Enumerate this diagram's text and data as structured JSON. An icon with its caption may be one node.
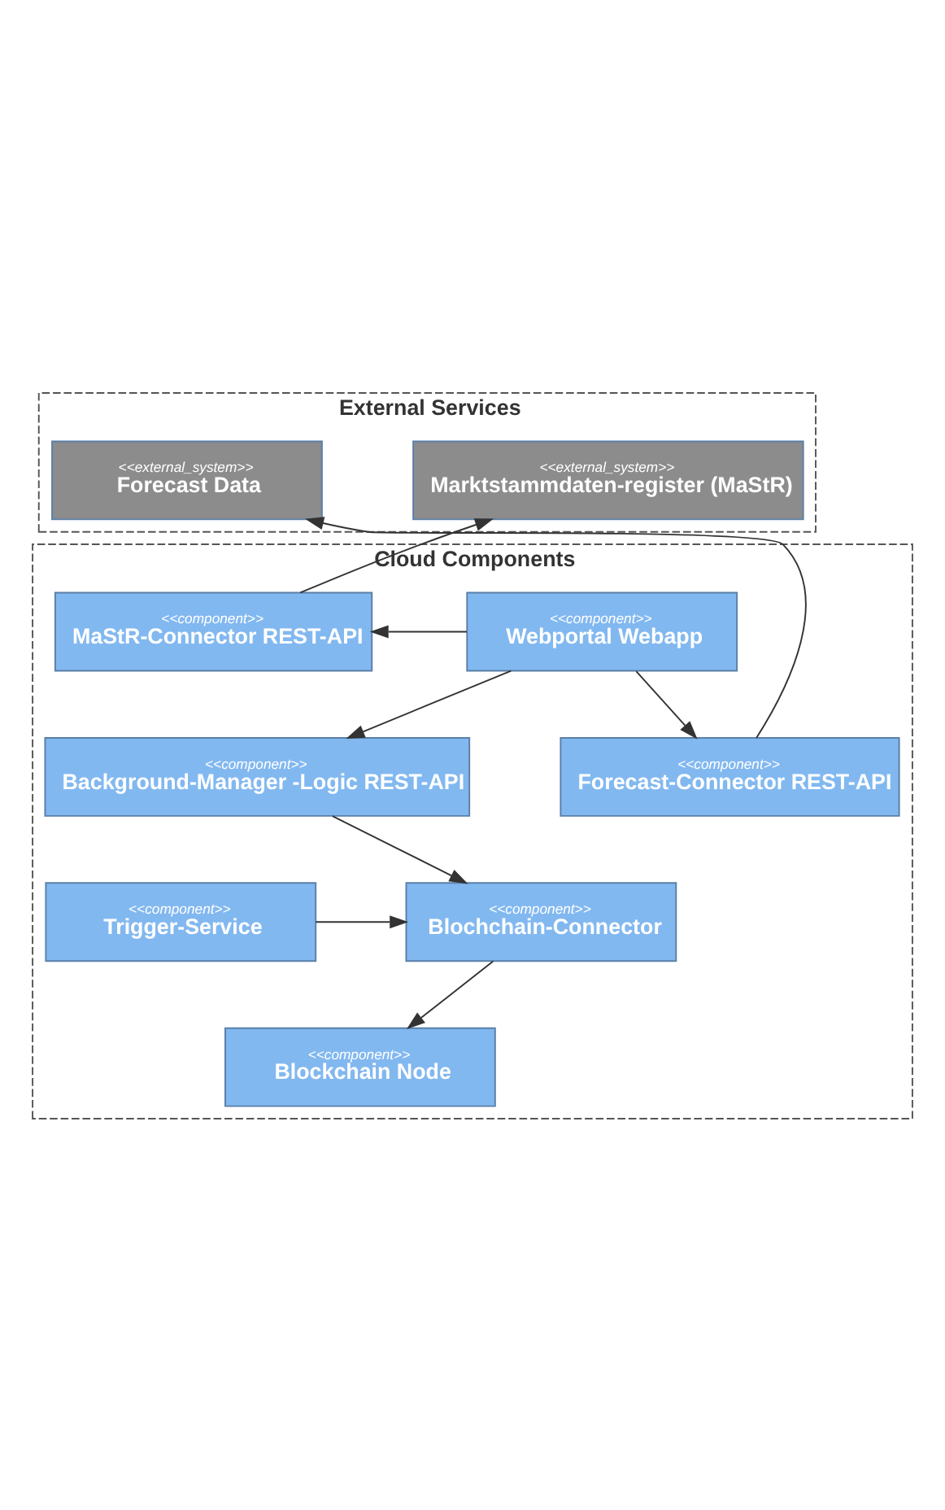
{
  "diagram": {
    "nodes": [
      {
        "text": [
          "External Services"
        ]
      },
      {
        "text": [
          "<<external_system>>",
          "Marktstammdaten-register (MaStR)"
        ],
        "in": 0
      },
      {
        "text": [
          "<<external_system>>",
          "Forecast Data"
        ],
        "in": 0
      },
      {
        "text": [
          "Cloud Components"
        ]
      },
      {
        "text": [
          "<<component>>",
          "Webportal Webapp"
        ],
        "in": 3
      },
      {
        "text": [
          "<<component>>",
          "MaStR-Connector REST-API"
        ],
        "in": 3
      },
      {
        "text": [
          "<<component>>",
          "Background-Manager -Logic REST-API"
        ],
        "in": 3
      },
      {
        "text": [
          "<<component>>",
          "Forecast-Connector REST-API"
        ],
        "in": 3
      },
      {
        "text": [
          "<<component>>",
          "Trigger-Service"
        ],
        "in": 3
      },
      {
        "text": [
          "<<component>>",
          "Blochchain-Connector"
        ],
        "in": 3
      },
      {
        "text": [
          "<<component>>",
          "Blockchain Node"
        ],
        "in": 3
      }
    ],
    "edges": [
      {
        "from": 5,
        "to": 1,
        "arrow": "to"
      },
      {
        "from": 7,
        "to": 2,
        "arrow": "to"
      },
      {
        "from": 4,
        "to": 5,
        "arrow": "to"
      },
      {
        "from": 4,
        "to": 6,
        "arrow": "to"
      },
      {
        "from": 4,
        "to": 7,
        "arrow": "to"
      },
      {
        "from": 6,
        "to": 9,
        "arrow": "to"
      },
      {
        "from": 8,
        "to": 9,
        "arrow": "to"
      },
      {
        "from": 9,
        "to": 10,
        "arrow": "to"
      }
    ]
  }
}
